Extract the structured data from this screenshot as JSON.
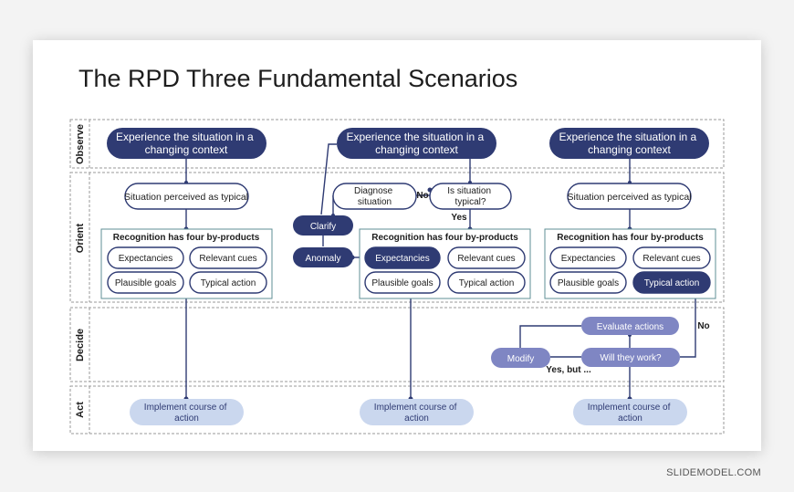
{
  "title": "The RPD Three Fundamental Scenarios",
  "credit": "SLIDEMODEL.COM",
  "bands": {
    "observe": "Observe",
    "orient": "Orient",
    "decide": "Decide",
    "act": "Act"
  },
  "experience": {
    "line1": "Experience the situation in a",
    "line2": "changing context"
  },
  "perceived_typical": "Situation perceived as typical",
  "recognition_title": "Recognition has four by-products",
  "byproducts": {
    "expectancies": "Expectancies",
    "relevant_cues": "Relevant cues",
    "plausible_goals": "Plausible goals",
    "typical_action": "Typical action"
  },
  "implement": {
    "line1": "Implement course of",
    "line2": "action"
  },
  "scenario2": {
    "diagnose_line1": "Diagnose",
    "diagnose_line2": "situation",
    "typical_q_line1": "Is situation",
    "typical_q_line2": "typical?",
    "no_label": "No",
    "yes_label": "Yes",
    "clarify": "Clarify",
    "anomaly": "Anomaly"
  },
  "scenario3": {
    "evaluate": "Evaluate actions",
    "will_work": "Will they work?",
    "modify": "Modify",
    "no_label": "No",
    "yes_but": "Yes, but ..."
  },
  "colors": {
    "navy": "#2f3b73",
    "light_purple": "#7f86c3",
    "light_blue": "#cad7ee",
    "box_border": "#5f8f94"
  }
}
